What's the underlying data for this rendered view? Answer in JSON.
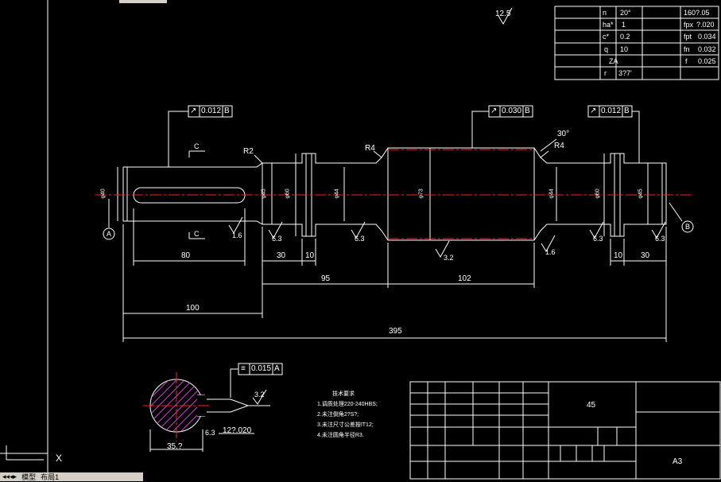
{
  "params": {
    "rows": [
      [
        "",
        "n",
        "20°",
        "",
        "160?.05"
      ],
      [
        "",
        "ha*",
        "1",
        "",
        "?.020"
      ],
      [
        "",
        "c*",
        "0.2",
        "",
        "0.034"
      ],
      [
        "",
        "q",
        "10",
        "",
        "0.032"
      ],
      [
        "",
        "",
        "ZA",
        "",
        "0.025"
      ],
      [
        "",
        "r",
        "3?7'",
        "",
        ""
      ]
    ],
    "sym_col4": [
      "",
      "fpx",
      "fpt",
      "fn",
      "f"
    ]
  },
  "roughness": {
    "top": "12.5",
    "r1": "1.6",
    "r2": "6.3",
    "r3": "6.3",
    "r4": "3.2",
    "r5": "1.6",
    "r6": "6.3",
    "r7": "6.3",
    "section": "3.2",
    "section2": "6.3"
  },
  "tolerances": {
    "left": "0.012",
    "left_ref": "B",
    "mid": "0.030",
    "mid_ref": "B",
    "right": "0.012",
    "right_ref": "B",
    "section": "0.015",
    "section_ref": "A"
  },
  "labels": {
    "section_c": "C",
    "radius_r2": "R2",
    "radius_r4a": "R4",
    "radius_r4b": "R4",
    "angle": "30°",
    "datum_a": "A",
    "datum_b": "B",
    "diam_left": "φ40",
    "diam_45a": "φ45",
    "diam_60a": "φ60",
    "diam_44a": "φ44",
    "diam_73": "φ73",
    "diam_44b": "φ44",
    "diam_60b": "φ60",
    "diam_45b": "φ45"
  },
  "dims": {
    "d80": "80",
    "d30a": "30",
    "d10a": "10",
    "d95": "95",
    "d102": "102",
    "d10b": "10",
    "d30b": "30",
    "d100": "100",
    "d395": "395",
    "d12": "12?.020",
    "d35": "35.?"
  },
  "notes": {
    "title": "技术要求",
    "items": [
      "1.调质处理220-240HBS;",
      "2.未注倒角2?S?;",
      "3.未注尺寸公差按IT12;",
      "4.未注圆角半径R3."
    ]
  },
  "titleblock": {
    "number": "45",
    "scale": "A3"
  },
  "tabs": [
    "模型",
    "布局1"
  ],
  "colors": {
    "center": "#ff2020",
    "lines": "#ffffff",
    "hatch": "#d040d0"
  }
}
